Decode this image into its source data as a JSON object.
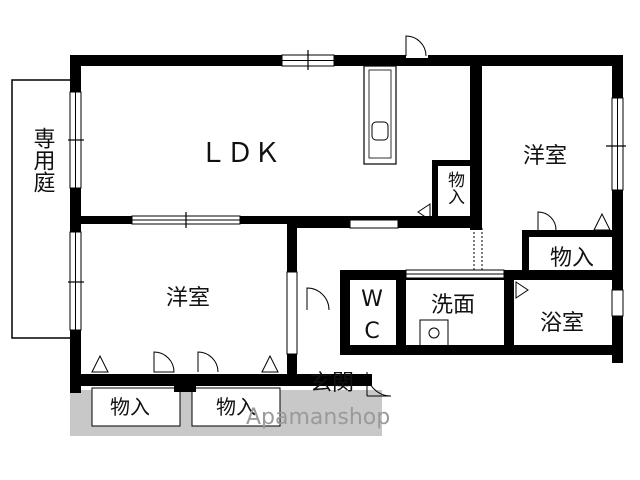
{
  "rooms": {
    "ldk": "ＬＤＫ",
    "western_right": "洋室",
    "western_left": "洋室",
    "storage_ldk": "物入",
    "storage_right": "物入",
    "storage_bottom_left": "物入",
    "storage_bottom_mid": "物入",
    "washroom": "洗面",
    "bath": "浴室",
    "entrance": "玄関",
    "wc_top": "W",
    "wc_bottom": "C",
    "private_garden": "専用庭"
  },
  "watermark": "Apamanshop",
  "colors": {
    "wall": "#000000",
    "window": "#ffffff",
    "garden_fill": "#ffffff",
    "storage_gray": "#c8c8c8"
  }
}
